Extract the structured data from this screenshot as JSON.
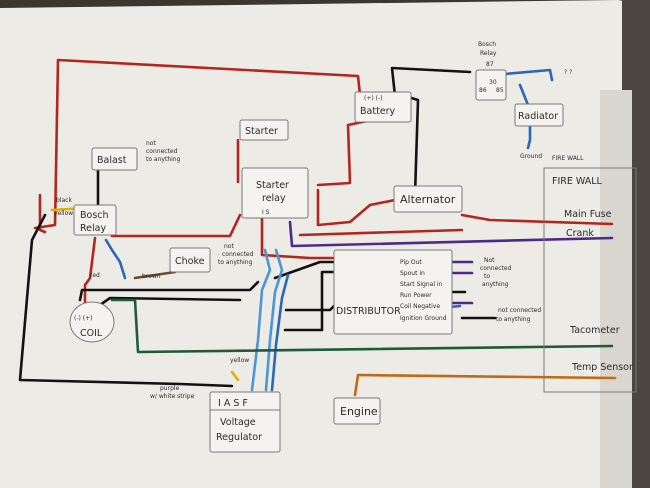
{
  "colors": {
    "paper": "#ecebe6",
    "red": "#b3261e",
    "black": "#121212",
    "blue": "#2b67b8",
    "lightblue": "#4a95d6",
    "purple": "#4b2a8a",
    "green": "#1f5a3a",
    "orange": "#c06a14",
    "brown": "#6b4a2a",
    "yellow": "#d9b400",
    "ink": "#2b2b2b",
    "background": "#3a3630"
  },
  "components": {
    "ballast": "Balast",
    "ballast_note": [
      "not",
      "connected",
      "to anything"
    ],
    "bosch_relay_left": [
      "Bosch",
      "Relay"
    ],
    "black_label": "black",
    "yellow_label": "yellow",
    "starter": "Starter",
    "starter_relay": [
      "Starter",
      "relay"
    ],
    "starter_relay_terminals": "I  S",
    "battery": "Battery",
    "battery_terminals": "(+)  (-)",
    "bosch_relay_top": [
      "Bosch",
      "Relay"
    ],
    "bosch_pins": {
      "p87": "87",
      "p86": "86",
      "p85": "85",
      "p30": "30"
    },
    "question_marks": "? ?",
    "radiator": "Radiator",
    "ground": "Ground",
    "alternator": "Alternator",
    "fire_wall_faded": "FIRE WALL",
    "fire_wall": "FIRE WALL",
    "main_fuse": "Main Fuse",
    "crank": "Crank",
    "choke": "Choke",
    "choke_note": [
      "not",
      "connected",
      "to anything"
    ],
    "red_label": "red",
    "brown_label": "brown",
    "coil": "COIL",
    "coil_terminals": "(-)  (+)",
    "distributor": "DISTRIBUTOR",
    "distributor_terminals": [
      "Pip Out",
      "Spout in",
      "Start Signal in",
      "Run Power",
      "Coil Negative",
      "Ignition Ground"
    ],
    "distributor_note1": [
      "Not",
      "connected",
      "to",
      "anything"
    ],
    "distributor_note2": [
      "not connected",
      "to anything"
    ],
    "tachometer": "Tacometer",
    "temp_sensor": "Temp Sensor",
    "yellow_wire_label": "yellow",
    "purple_label": [
      "purple",
      "w/ white stripe"
    ],
    "voltage_regulator_terminals": "I A S F",
    "voltage_regulator": [
      "Voltage",
      "Regulator"
    ],
    "engine": "Engine"
  }
}
